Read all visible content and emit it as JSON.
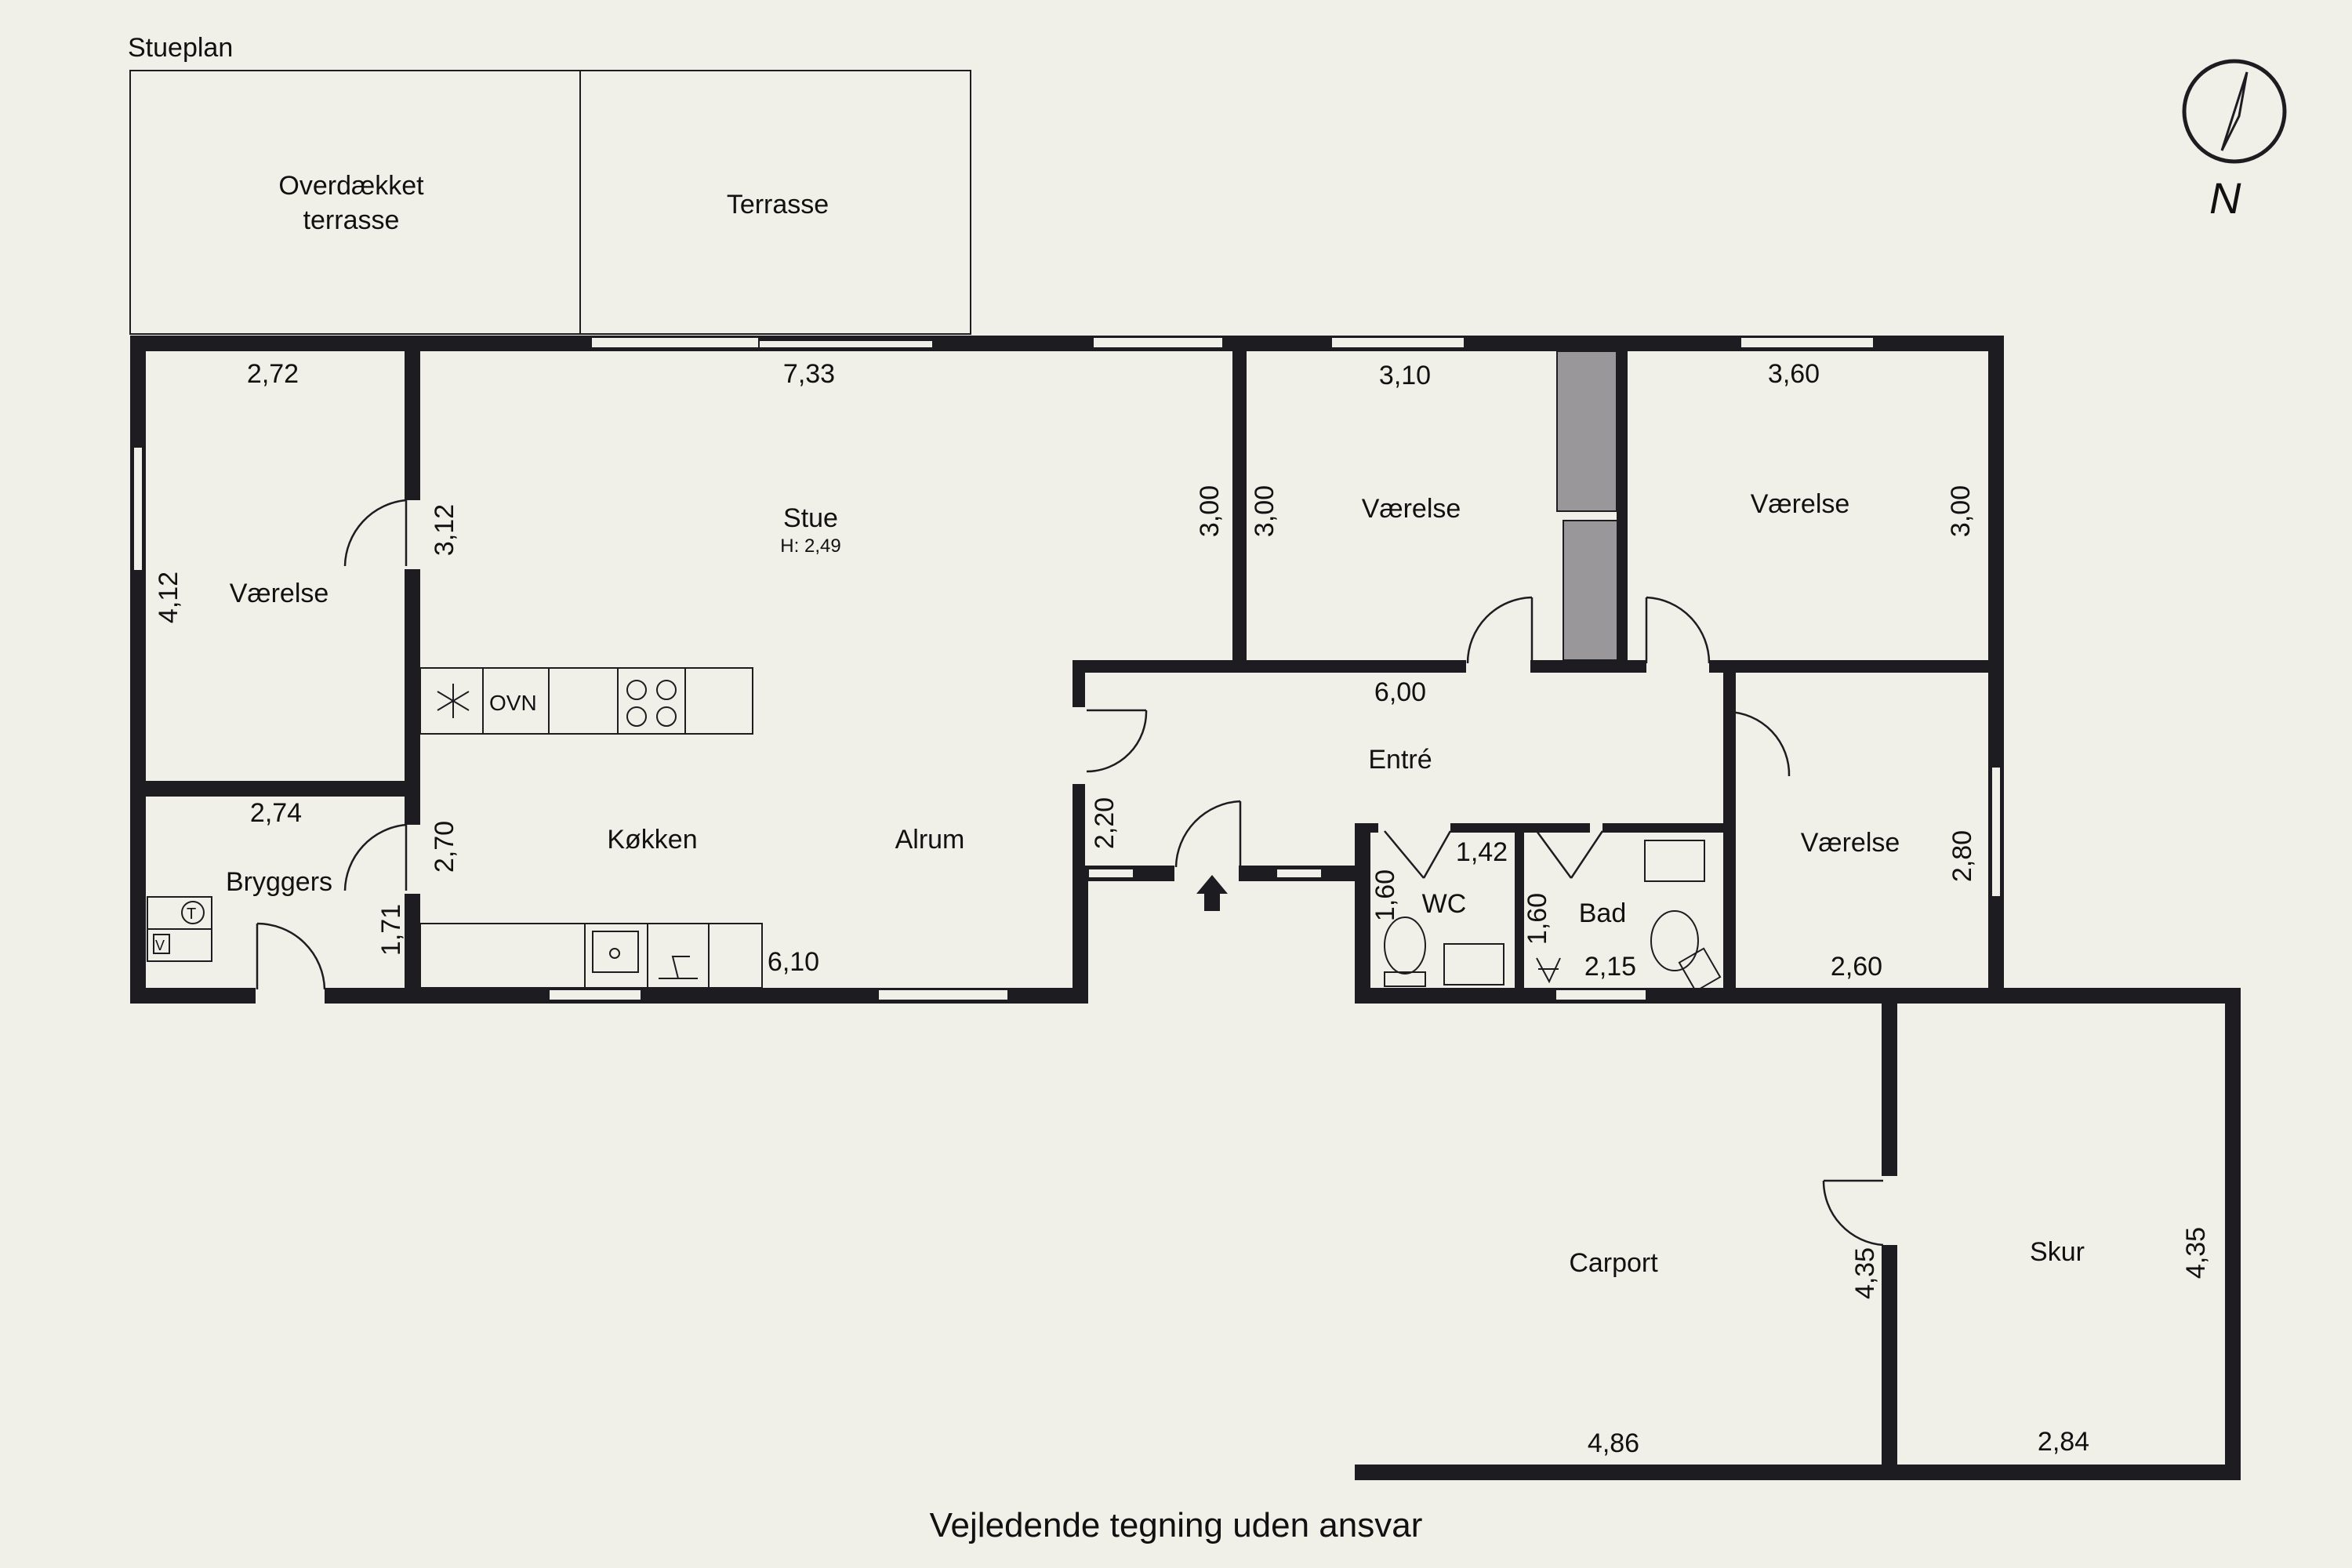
{
  "plan": {
    "level_label": "Stueplan",
    "caption": "Vejledende tegning uden ansvar",
    "north_label": "N",
    "rooms": {
      "covered_terrace_1": "Overdækket",
      "covered_terrace_2": "terrasse",
      "terrace": "Terrasse",
      "stue": "Stue",
      "stue_height": "H: 2,49",
      "vaerelse_w": "Værelse",
      "vaerelse_n1": "Værelse",
      "vaerelse_n2": "Værelse",
      "vaerelse_e": "Værelse",
      "entre": "Entré",
      "wc": "WC",
      "bad": "Bad",
      "bryggers": "Bryggers",
      "koekken": "Køkken",
      "alrum": "Alrum",
      "carport": "Carport",
      "skur": "Skur"
    },
    "appliances": {
      "oven": "OVN",
      "washer": "V",
      "dryer": "T"
    },
    "dimensions": {
      "w_room_width": "2,72",
      "w_room_height": "4,12",
      "w_room_side": "3,12",
      "stue_width": "7,33",
      "stue_side": "3,00",
      "n1_width": "3,10",
      "n1_side": "3,00",
      "n2_width": "3,60",
      "n2_side": "3,00",
      "entre_width": "6,00",
      "entre_side": "2,20",
      "wc_width": "1,42",
      "wc_side": "1,60",
      "bad_side": "1,60",
      "bad_width": "2,15",
      "e_room_side": "2,80",
      "e_room_width": "2,60",
      "bryggers_width": "2,74",
      "bryggers_side1": "2,70",
      "bryggers_side2": "1,71",
      "kitchen_width": "6,10",
      "carport_side": "4,35",
      "carport_width": "4,86",
      "skur_side": "4,35",
      "skur_width": "2,84"
    }
  }
}
